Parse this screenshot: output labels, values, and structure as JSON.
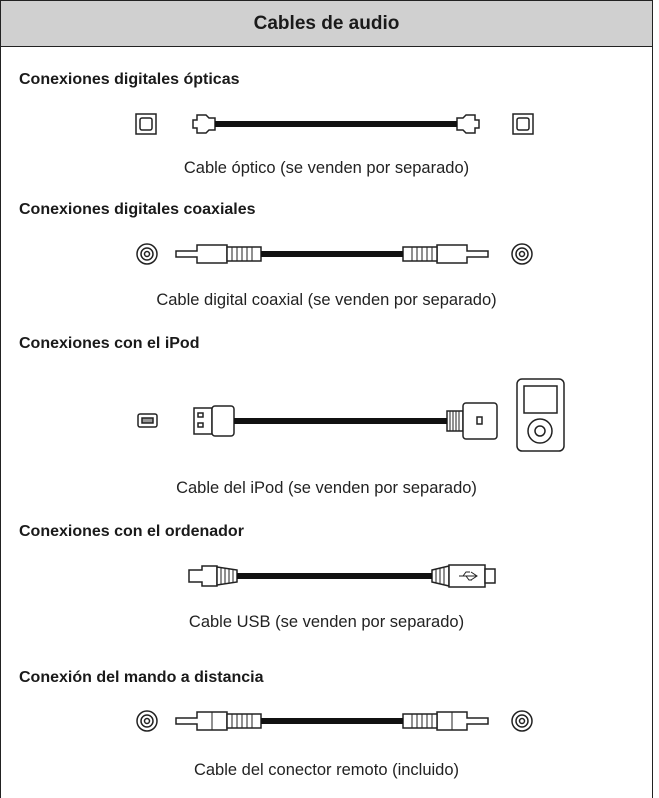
{
  "header": {
    "title": "Cables de audio"
  },
  "sections": [
    {
      "heading": "Conexiones digitales ópticas",
      "caption": "Cable óptico (se venden por separado)",
      "icon": "optical-cable-icon"
    },
    {
      "heading": "Conexiones digitales coaxiales",
      "caption": "Cable digital coaxial (se venden por separado)",
      "icon": "coaxial-cable-icon"
    },
    {
      "heading": "Conexiones con el iPod",
      "caption": "Cable del iPod (se venden por separado)",
      "icon": "ipod-cable-icon"
    },
    {
      "heading": "Conexiones con el ordenador",
      "caption": "Cable USB (se venden por separado)",
      "icon": "usb-cable-icon"
    },
    {
      "heading": "Conexión del mando a distancia",
      "caption": "Cable del conector remoto (incluido)",
      "icon": "remote-cable-icon"
    }
  ]
}
